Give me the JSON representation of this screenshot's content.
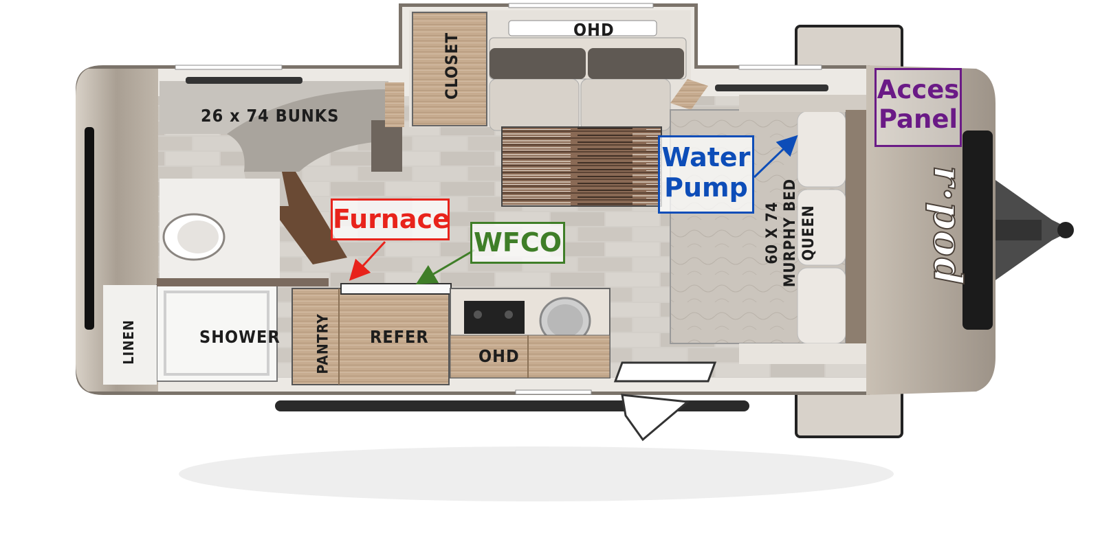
{
  "rooms": {
    "bunks": "26 x 74 BUNKS",
    "closet": "CLOSET",
    "ohd_top": "OHD",
    "shower": "SHOWER",
    "linen": "LINEN",
    "pantry": "PANTRY",
    "refer": "REFER",
    "ohd_bottom": "OHD",
    "bed_line1": "60 X 74",
    "bed_line2": "MURPHY BED",
    "bed_line3": "QUEEN"
  },
  "annotations": {
    "furnace": {
      "label": "Furnace",
      "color": "#e8231b"
    },
    "wfco": {
      "label": "WFCO",
      "color": "#3f7e28"
    },
    "water_pump": {
      "line1": "Water",
      "line2": "Pump",
      "color": "#0d4db8"
    },
    "access_panel": {
      "line1": "Acces",
      "line2": "Panel",
      "color": "#6a1a86"
    }
  },
  "logo": {
    "text": "r·pod"
  },
  "colors": {
    "shell": "#a79f94",
    "shell_dark": "#7c746a",
    "floor": "#cfcbc5",
    "wood": "#b79d82",
    "outline": "#333333"
  }
}
